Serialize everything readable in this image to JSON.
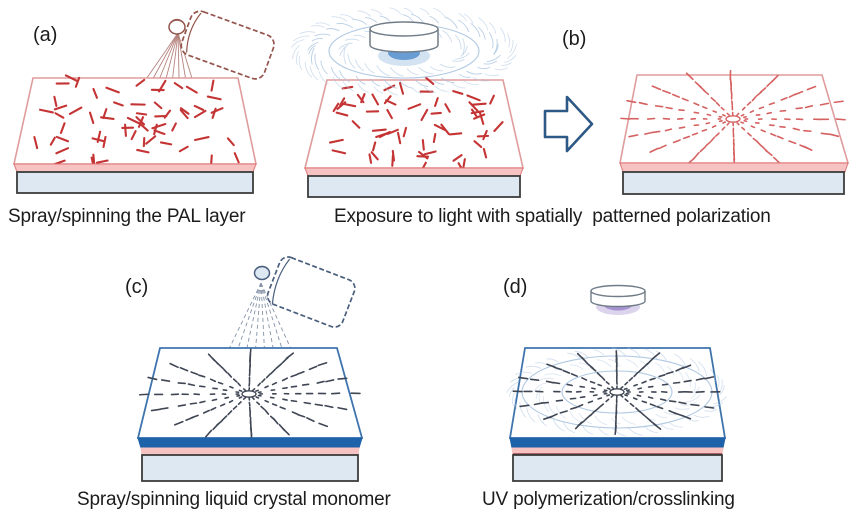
{
  "figure": {
    "panels": {
      "a": {
        "label": "(a)",
        "caption": "Spray/spinning the PAL layer"
      },
      "exposure": {
        "caption": "Exposure to light with spatially  patterned polarization"
      },
      "b": {
        "label": "(b)"
      },
      "c": {
        "label": "(c)",
        "caption": "Spray/spinning liquid crystal monomer"
      },
      "d": {
        "label": "(d)",
        "caption": "UV polymerization/crosslinking"
      }
    }
  },
  "palette": {
    "paper": "#ffffff",
    "substrate_pink_outline": "#e09c9c",
    "pink_layer": "#f6c2c2",
    "pink_layer_edge": "#e07878",
    "red_dash": "#c53434",
    "radial_red": "#d66161",
    "base_fill": "#dde8f3",
    "base_stroke": "#3c3c3c",
    "blue_layer": "#1e62aa",
    "blue_outline": "#3f74ad",
    "radial_dark": "#3f4654",
    "can_red": "#94544c",
    "can_blue": "#4a5f7e",
    "spray_red": "#b5837d",
    "spray_blue": "#8593a8",
    "arrow_blue": "#2d5986",
    "swirl_blue": "#a9c3e0",
    "lens_stroke": "#707c87",
    "glow_blue": "#3b7ec4",
    "glow_purple": "#8a70c2",
    "dark_red_line": "#7a2430",
    "text": "#1c1c1c"
  }
}
